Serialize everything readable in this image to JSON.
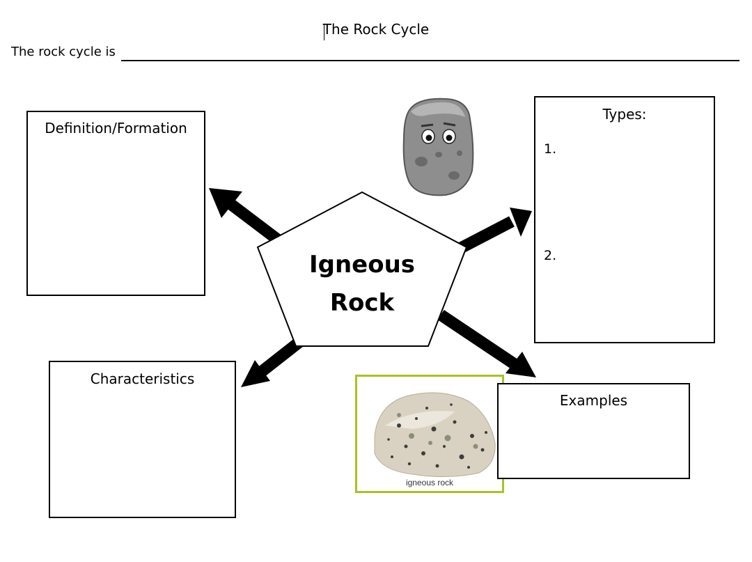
{
  "document": {
    "title": "The Rock Cycle",
    "prompt": "The rock cycle is"
  },
  "center": {
    "line1": "Igneous",
    "line2": "Rock"
  },
  "boxes": {
    "definition": "Definition/Formation",
    "characteristics": "Characteristics",
    "types": "Types:",
    "types_items": [
      "1.",
      "2."
    ],
    "examples": "Examples"
  },
  "photo": {
    "caption": "igneous rock",
    "frame_color": "#a8c321"
  },
  "icons": [
    "cartoon-rock-icon",
    "igneous-rock-photo"
  ]
}
